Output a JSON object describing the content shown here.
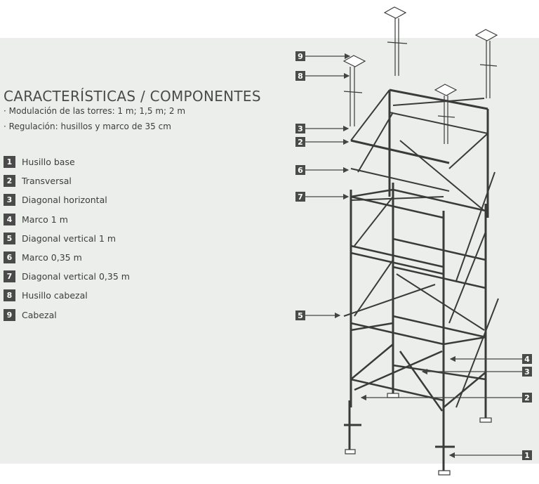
{
  "title": "CARACTERÍSTICAS / COMPONENTES",
  "bullets": [
    "· Modulación de las torres: 1 m; 1,5 m; 2 m",
    "· Regulación: husillos y marco de 35 cm"
  ],
  "legend": [
    {
      "num": "1",
      "label": "Husillo base"
    },
    {
      "num": "2",
      "label": "Transversal"
    },
    {
      "num": "3",
      "label": "Diagonal horizontal"
    },
    {
      "num": "4",
      "label": "Marco 1 m"
    },
    {
      "num": "5",
      "label": "Diagonal vertical 1 m"
    },
    {
      "num": "6",
      "label": "Marco 0,35 m"
    },
    {
      "num": "7",
      "label": "Diagonal vertical 0,35 m"
    },
    {
      "num": "8",
      "label": "Husillo cabezal"
    },
    {
      "num": "9",
      "label": "Cabezal"
    }
  ],
  "callouts_left": [
    "9",
    "8",
    "3",
    "2",
    "6",
    "7",
    "5"
  ],
  "callouts_right": [
    "4",
    "3",
    "2",
    "1"
  ],
  "colors": {
    "panel": "#eceeec",
    "badge": "#4a4a4a",
    "text": "#3c3c3c",
    "line": "#444444"
  }
}
